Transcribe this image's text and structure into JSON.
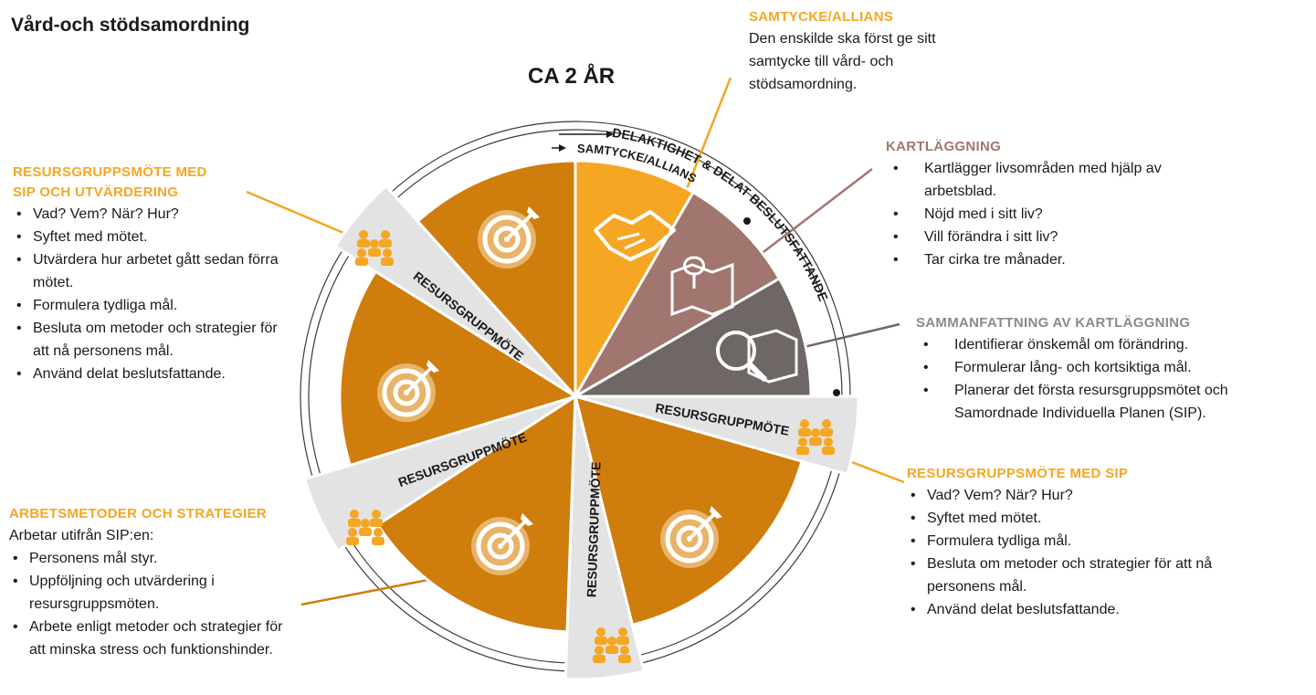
{
  "title": "Vård-och stödsamordning",
  "duration": "CA 2 ÅR",
  "arc_labels": {
    "outer": "DELAKTIGHET & DELAT BESLUTSFATTANDE",
    "inner": "SAMTYCKE/ALLIANS"
  },
  "wedge_labels": {
    "meeting": "RESURSGRUPPMÖTE"
  },
  "colors": {
    "accent_orange": "#f5a623",
    "wheel_orange": "#cf7d0c",
    "mauve": "#a0766f",
    "grey": "#6e6765",
    "wedge_grey": "#e3e3e3"
  },
  "icons": [
    "handshake-icon",
    "map-pin-icon",
    "magnifier-map-icon",
    "target-icon",
    "people-group-icon"
  ],
  "panels": {
    "samtycke": {
      "heading": "SAMTYCKE/ALLIANS",
      "lines": [
        "Den enskilde ska först ge sitt",
        "samtycke till vård- och",
        "stödsamordning."
      ]
    },
    "kartlaggning": {
      "heading": "KARTLÄGGNING",
      "items": [
        "Kartlägger livsområden med hjälp av arbetsblad.",
        "Nöjd med i sitt liv?",
        "Vill förändra i sitt liv?",
        "Tar cirka tre månader."
      ]
    },
    "sammanfattning": {
      "heading": "SAMMANFATTNING AV KARTLÄGGNING",
      "items": [
        "Identifierar önskemål om förändring.",
        "Formulerar lång- och kortsiktiga mål.",
        "Planerar det första resursgruppsmötet och Samordnade Individuella Planen (SIP)."
      ]
    },
    "rgm_sip": {
      "heading": "RESURSGRUPPSMÖTE MED SIP",
      "items": [
        "Vad? Vem? När? Hur?",
        "Syftet med mötet.",
        "Formulera tydliga mål.",
        "Besluta om metoder och strategier för att nå personens mål.",
        "Använd delat beslutsfattande."
      ]
    },
    "rgm_sip_utv": {
      "heading_line1": "RESURSGRUPPSMÖTE MED",
      "heading_line2": "SIP OCH UTVÄRDERING",
      "items": [
        "Vad? Vem? När? Hur?",
        "Syftet med mötet.",
        "Utvärdera hur arbetet gått sedan förra mötet.",
        "Formulera tydliga mål.",
        "Besluta om metoder och strategier för att nå personens mål.",
        "Använd delat beslutsfattande."
      ]
    },
    "metoder": {
      "heading": "ARBETSMETODER OCH STRATEGIER",
      "intro": "Arbetar utifrån SIP:en:",
      "items": [
        "Personens mål styr.",
        "Uppföljning och utvärdering i resursgruppsmöten.",
        "Arbete enligt metoder och strategier för att minska stress och funktionshinder."
      ]
    }
  }
}
